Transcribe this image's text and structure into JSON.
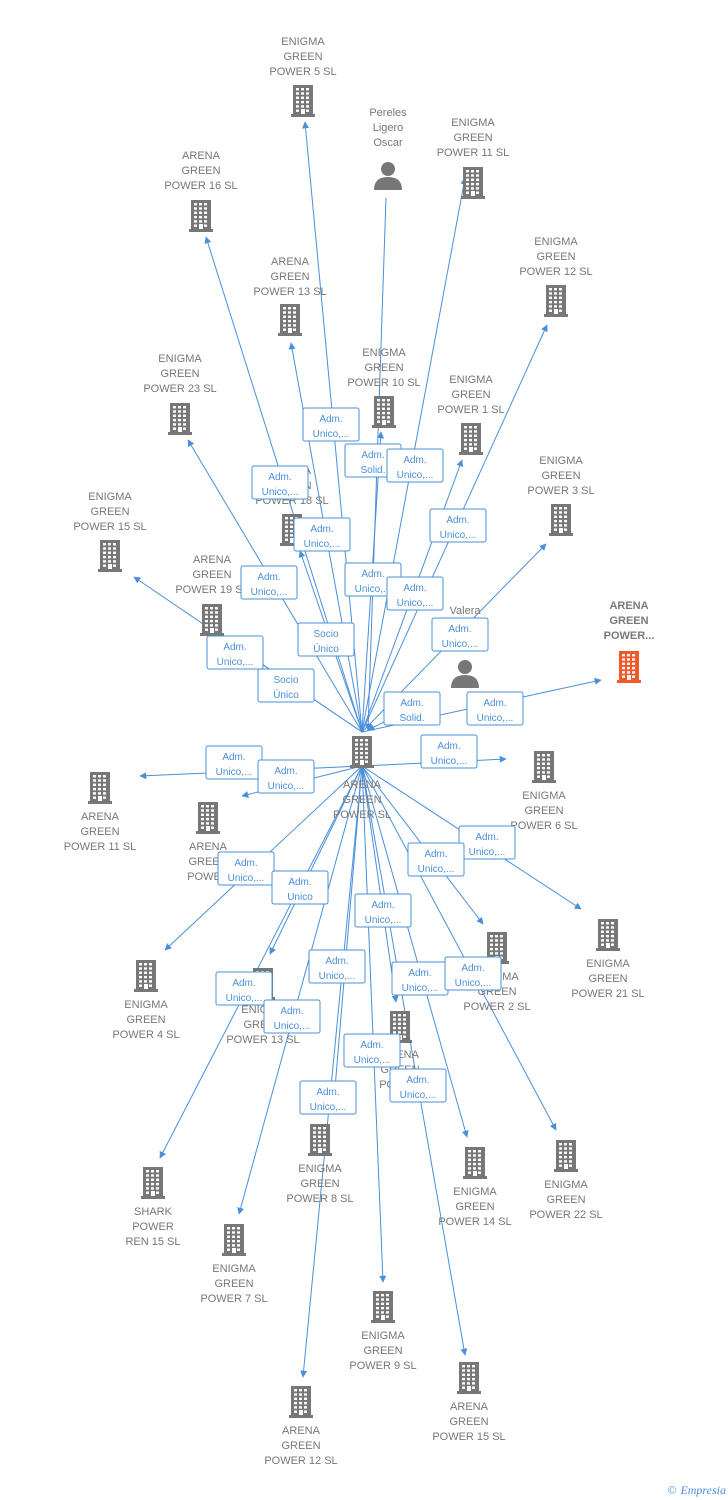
{
  "brand": {
    "copyright_symbol": "©",
    "name": "Empresia"
  },
  "colors": {
    "edge": "#4a8fd9",
    "node": "#777777",
    "highlight": "#f05a28"
  },
  "center": {
    "lines": [
      "ARENA",
      "GREEN",
      "POWER  SL"
    ],
    "icon": "building-icon"
  },
  "nodes": [
    {
      "id": "eg5",
      "lines": [
        "ENIGMA",
        "GREEN",
        "POWER 5  SL"
      ],
      "icon": "building-icon"
    },
    {
      "id": "pereles",
      "lines": [
        "Pereles",
        "Ligero",
        "Oscar"
      ],
      "icon": "person-icon"
    },
    {
      "id": "eg11",
      "lines": [
        "ENIGMA",
        "GREEN",
        "POWER 11  SL"
      ],
      "icon": "building-icon"
    },
    {
      "id": "ag16",
      "lines": [
        "ARENA",
        "GREEN",
        "POWER 16  SL"
      ],
      "icon": "building-icon"
    },
    {
      "id": "eg12",
      "lines": [
        "ENIGMA",
        "GREEN",
        "POWER 12  SL"
      ],
      "icon": "building-icon"
    },
    {
      "id": "ag13",
      "lines": [
        "ARENA",
        "GREEN",
        "POWER 13  SL"
      ],
      "icon": "building-icon"
    },
    {
      "id": "eg10",
      "lines": [
        "ENIGMA",
        "GREEN",
        "POWER 10  SL"
      ],
      "icon": "building-icon"
    },
    {
      "id": "eg23",
      "lines": [
        "ENIGMA",
        "GREEN",
        "POWER 23  SL"
      ],
      "icon": "building-icon"
    },
    {
      "id": "eg1",
      "lines": [
        "ENIGMA",
        "GREEN",
        "POWER 1  SL"
      ],
      "icon": "building-icon"
    },
    {
      "id": "eg3",
      "lines": [
        "ENIGMA",
        "GREEN",
        "POWER 3  SL"
      ],
      "icon": "building-icon"
    },
    {
      "id": "eg15",
      "lines": [
        "ENIGMA",
        "GREEN",
        "POWER 15  SL"
      ],
      "icon": "building-icon"
    },
    {
      "id": "ag18",
      "lines": [
        "ARENA",
        "GREEN",
        "POWER 18  SL"
      ],
      "icon": "building-icon"
    },
    {
      "id": "ag19",
      "lines": [
        "ARENA",
        "GREEN",
        "POWER 19  SL"
      ],
      "icon": "building-icon"
    },
    {
      "id": "valera",
      "lines": [
        "Valera"
      ],
      "icon": "person-icon"
    },
    {
      "id": "agpower",
      "lines": [
        "ARENA",
        "GREEN",
        "POWER..."
      ],
      "icon": "building-icon",
      "highlight": true
    },
    {
      "id": "ag11",
      "lines": [
        "ARENA",
        "GREEN",
        "POWER 11  SL"
      ],
      "icon": "building-icon"
    },
    {
      "id": "ag_x",
      "lines": [
        "ARENA",
        "GREEN",
        "POWER"
      ],
      "icon": "building-icon"
    },
    {
      "id": "eg6",
      "lines": [
        "ENIGMA",
        "GREEN",
        "POWER 6  SL"
      ],
      "icon": "building-icon"
    },
    {
      "id": "eg21",
      "lines": [
        "ENIGMA",
        "GREEN",
        "POWER 21  SL"
      ],
      "icon": "building-icon"
    },
    {
      "id": "eg4",
      "lines": [
        "ENIGMA",
        "GREEN",
        "POWER 4  SL"
      ],
      "icon": "building-icon"
    },
    {
      "id": "eg13",
      "lines": [
        "ENIGMA",
        "GREEN",
        "POWER 13  SL"
      ],
      "icon": "building-icon"
    },
    {
      "id": "eg2",
      "lines": [
        "ENIGMA",
        "GREEN",
        "POWER 2  SL"
      ],
      "icon": "building-icon"
    },
    {
      "id": "ag_y",
      "lines": [
        "ARENA",
        "GREEN",
        "POWER"
      ],
      "icon": "building-icon"
    },
    {
      "id": "eg8",
      "lines": [
        "ENIGMA",
        "GREEN",
        "POWER 8  SL"
      ],
      "icon": "building-icon"
    },
    {
      "id": "eg14",
      "lines": [
        "ENIGMA",
        "GREEN",
        "POWER 14  SL"
      ],
      "icon": "building-icon"
    },
    {
      "id": "eg22",
      "lines": [
        "ENIGMA",
        "GREEN",
        "POWER 22  SL"
      ],
      "icon": "building-icon"
    },
    {
      "id": "shark15",
      "lines": [
        "SHARK",
        "POWER",
        "REN 15  SL"
      ],
      "icon": "building-icon"
    },
    {
      "id": "eg7",
      "lines": [
        "ENIGMA",
        "GREEN",
        "POWER 7  SL"
      ],
      "icon": "building-icon"
    },
    {
      "id": "eg9",
      "lines": [
        "ENIGMA",
        "GREEN",
        "POWER 9  SL"
      ],
      "icon": "building-icon"
    },
    {
      "id": "ag15",
      "lines": [
        "ARENA",
        "GREEN",
        "POWER 15  SL"
      ],
      "icon": "building-icon"
    },
    {
      "id": "ag12",
      "lines": [
        "ARENA",
        "GREEN",
        "POWER 12  SL"
      ],
      "icon": "building-icon"
    }
  ],
  "edges": [
    {
      "to": "eg5",
      "label": [
        "Adm.",
        "Unico,..."
      ]
    },
    {
      "to": "pereles",
      "label": [
        "Adm.",
        "Solid."
      ],
      "incoming": true
    },
    {
      "to": "eg11",
      "label": [
        "Adm.",
        "Unico,..."
      ]
    },
    {
      "to": "ag16",
      "label": [
        "Adm.",
        "Unico,..."
      ]
    },
    {
      "to": "eg12",
      "label": [
        "Adm.",
        "Unico,..."
      ]
    },
    {
      "to": "ag13",
      "label": [
        "Adm.",
        "Unico,..."
      ]
    },
    {
      "to": "eg10",
      "label": [
        "Adm.",
        "Unico,..."
      ]
    },
    {
      "to": "eg23",
      "label": [
        "Socio",
        "Único"
      ]
    },
    {
      "to": "eg1",
      "label": [
        "Adm.",
        "Unico,..."
      ]
    },
    {
      "to": "eg3",
      "label": [
        "Adm.",
        "Unico,..."
      ]
    },
    {
      "to": "eg15",
      "label": [
        "Adm.",
        "Unico,..."
      ]
    },
    {
      "to": "ag18",
      "label": [
        "Socio",
        "Único"
      ]
    },
    {
      "to": "ag19",
      "label": [
        "Adm.",
        "Unico,..."
      ]
    },
    {
      "to": "valera",
      "label": [
        "Adm.",
        "Solid."
      ],
      "incoming": true
    },
    {
      "to": "agpower",
      "label": [
        "Adm.",
        "Unico,..."
      ]
    },
    {
      "to": "ag11",
      "label": [
        "Adm.",
        "Unico,..."
      ]
    },
    {
      "to": "ag_x",
      "label": [
        "Adm.",
        "Unico,..."
      ]
    },
    {
      "to": "eg6",
      "label": [
        "Adm.",
        "Unico,..."
      ]
    },
    {
      "to": "eg21",
      "label": [
        "Adm.",
        "Unico,..."
      ]
    },
    {
      "to": "eg4",
      "label": [
        "Adm.",
        "Unico,..."
      ]
    },
    {
      "to": "eg13",
      "label": [
        "Adm.",
        "Unico"
      ]
    },
    {
      "to": "eg2",
      "label": [
        "Adm.",
        "Unico,..."
      ]
    },
    {
      "to": "ag_y",
      "label": [
        "Adm.",
        "Unico,..."
      ]
    },
    {
      "to": "eg8",
      "label": [
        "Adm.",
        "Unico,..."
      ]
    },
    {
      "to": "eg14",
      "label": [
        "Adm.",
        "Unico,..."
      ]
    },
    {
      "to": "eg22",
      "label": [
        "Adm.",
        "Unico,..."
      ]
    },
    {
      "to": "shark15",
      "label": [
        "Adm.",
        "Unico,..."
      ]
    },
    {
      "to": "eg7",
      "label": [
        "Adm.",
        "Unico,..."
      ]
    },
    {
      "to": "eg9",
      "label": [
        "Adm.",
        "Unico,..."
      ]
    },
    {
      "to": "ag15",
      "label": [
        "Adm.",
        "Unico,..."
      ]
    },
    {
      "to": "ag12",
      "label": [
        "Adm.",
        "Unico,..."
      ]
    }
  ]
}
